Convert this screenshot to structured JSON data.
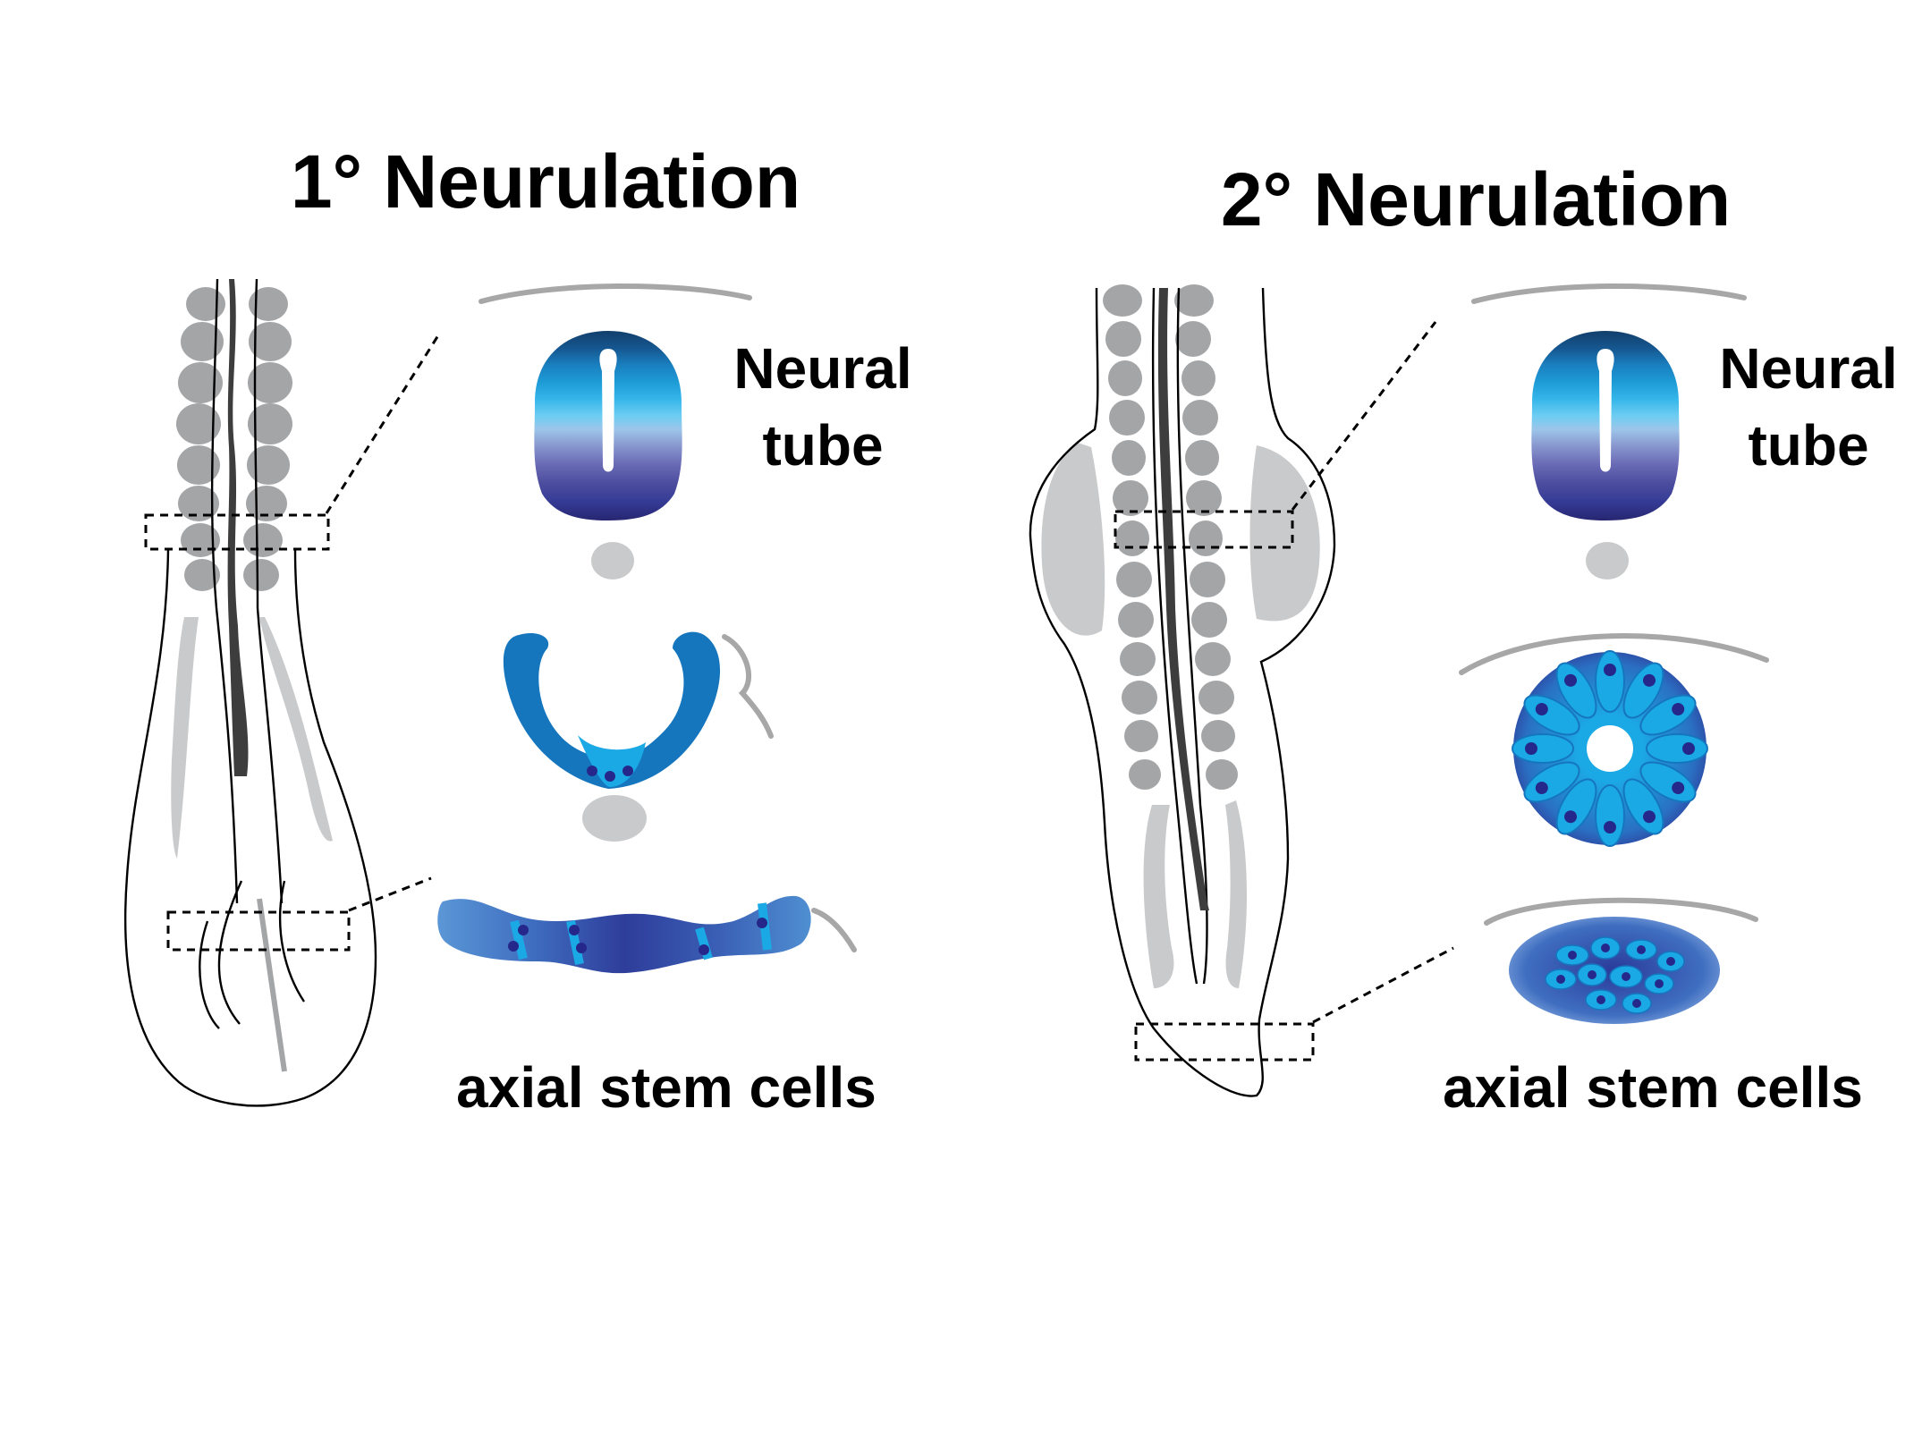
{
  "panels": {
    "primary": {
      "title": "1° Neurulation",
      "neural_tube_label_line1": "Neural",
      "neural_tube_label_line2": "tube",
      "stem_cells_label": "axial stem cells"
    },
    "secondary": {
      "title": "2° Neurulation",
      "neural_tube_label_line1": "Neural",
      "neural_tube_label_line2": "tube",
      "stem_cells_label": "axial stem cells"
    }
  },
  "colors": {
    "somite_gray": "#a4a5a7",
    "light_gray": "#c9cacb",
    "notochord_dark": "#3d3d3d",
    "plate_blue": "#1576be",
    "cell_cyan": "#1ba9e6",
    "nucleus_navy": "#25288a",
    "tube_gradient": [
      "#123f6b",
      "#15568f",
      "#1a7fbf",
      "#1d9bd6",
      "#35b6ea",
      "#6fcdf2",
      "#9cc5e9",
      "#8a9ad0",
      "#6b6cb6",
      "#4e4ea0",
      "#353b95",
      "#262671"
    ]
  }
}
